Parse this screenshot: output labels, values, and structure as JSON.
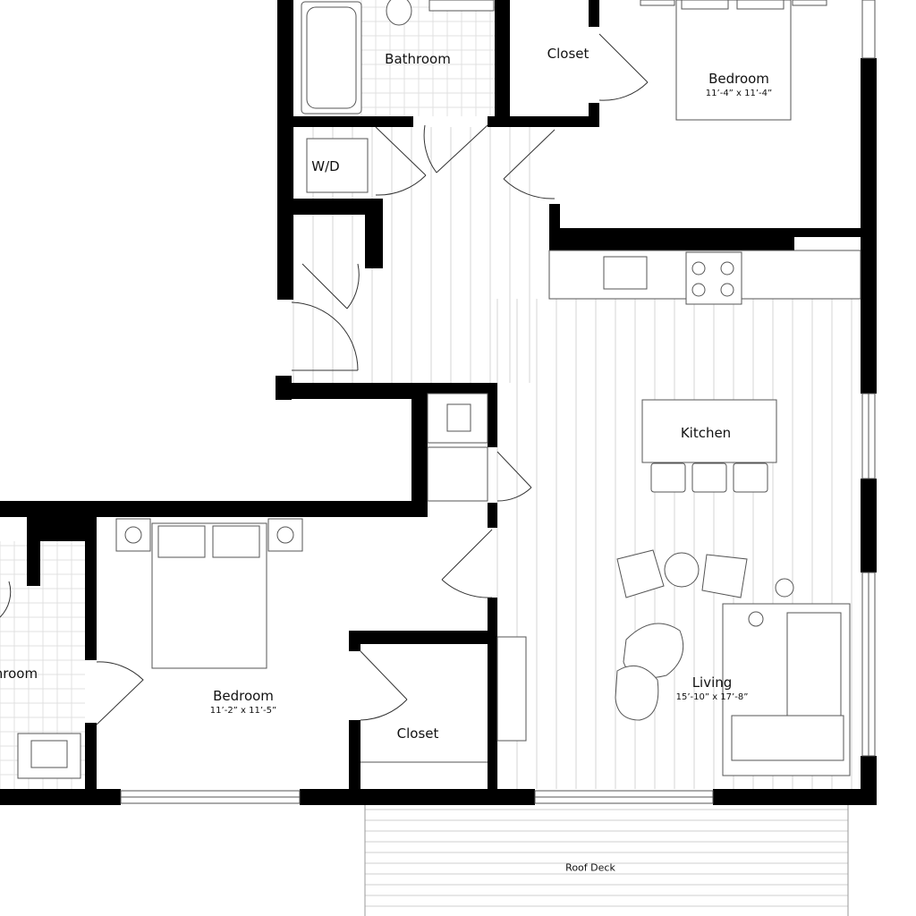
{
  "rooms": {
    "bathroom_top": {
      "name": "Bathroom"
    },
    "closet_top": {
      "name": "Closet"
    },
    "bedroom_top": {
      "name": "Bedroom",
      "dimensions": "11’-4” x 11’-4”"
    },
    "laundry": {
      "name": "W/D"
    },
    "kitchen": {
      "name": "Kitchen"
    },
    "bedroom_bottom": {
      "name": "Bedroom",
      "dimensions": "11’-2” x 11’-5”"
    },
    "closet_bottom": {
      "name": "Closet"
    },
    "living": {
      "name": "Living",
      "dimensions": "15’-10” x 17’-8”"
    },
    "bathroom_left": {
      "name": "throom"
    },
    "roof_deck": {
      "name": "Roof Deck"
    }
  },
  "colors": {
    "wall": "#000000",
    "line": "#888888",
    "floor_line": "#cfcfcf"
  }
}
